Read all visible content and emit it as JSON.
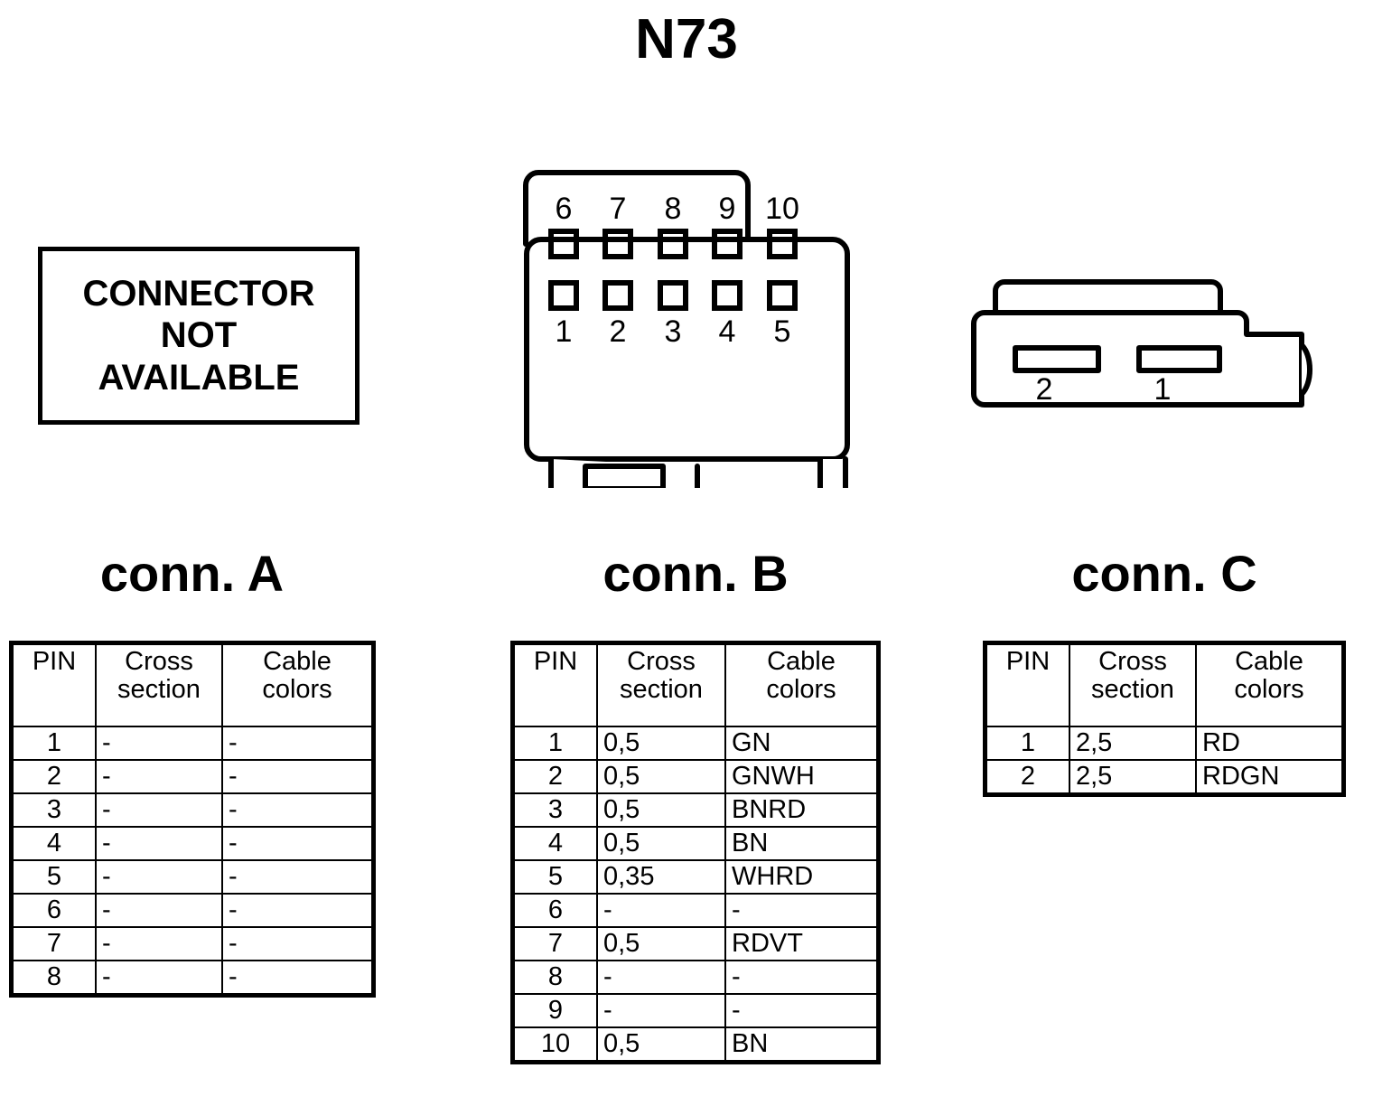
{
  "title": "N73",
  "not_available_box": {
    "line1": "CONNECTOR",
    "line2": "NOT",
    "line3": "AVAILABLE"
  },
  "connectors": [
    {
      "id": "A",
      "title": "conn. A",
      "drawing": "not-available",
      "table": {
        "headers": [
          "PIN",
          "Cross section",
          "Cable colors"
        ],
        "header_lines": [
          [
            "PIN"
          ],
          [
            "Cross",
            "section"
          ],
          [
            "Cable",
            "colors"
          ]
        ],
        "rows": [
          {
            "pin": "1",
            "cross_section": "-",
            "cable_colors": "-"
          },
          {
            "pin": "2",
            "cross_section": "-",
            "cable_colors": "-"
          },
          {
            "pin": "3",
            "cross_section": "-",
            "cable_colors": "-"
          },
          {
            "pin": "4",
            "cross_section": "-",
            "cable_colors": "-"
          },
          {
            "pin": "5",
            "cross_section": "-",
            "cable_colors": "-"
          },
          {
            "pin": "6",
            "cross_section": "-",
            "cable_colors": "-"
          },
          {
            "pin": "7",
            "cross_section": "-",
            "cable_colors": "-"
          },
          {
            "pin": "8",
            "cross_section": "-",
            "cable_colors": "-"
          }
        ]
      }
    },
    {
      "id": "B",
      "title": "conn. B",
      "drawing": {
        "type": "rectangular-housing-10-way",
        "pin_labels_top": [
          "6",
          "7",
          "8",
          "9",
          "10"
        ],
        "pin_labels_bottom": [
          "1",
          "2",
          "3",
          "4",
          "5"
        ]
      },
      "table": {
        "headers": [
          "PIN",
          "Cross section",
          "Cable colors"
        ],
        "header_lines": [
          [
            "PIN"
          ],
          [
            "Cross",
            "section"
          ],
          [
            "Cable",
            "colors"
          ]
        ],
        "rows": [
          {
            "pin": "1",
            "cross_section": "0,5",
            "cable_colors": "GN"
          },
          {
            "pin": "2",
            "cross_section": "0,5",
            "cable_colors": "GNWH"
          },
          {
            "pin": "3",
            "cross_section": "0,5",
            "cable_colors": "BNRD"
          },
          {
            "pin": "4",
            "cross_section": "0,5",
            "cable_colors": "BN"
          },
          {
            "pin": "5",
            "cross_section": "0,35",
            "cable_colors": "WHRD"
          },
          {
            "pin": "6",
            "cross_section": "-",
            "cable_colors": "-"
          },
          {
            "pin": "7",
            "cross_section": "0,5",
            "cable_colors": "RDVT"
          },
          {
            "pin": "8",
            "cross_section": "-",
            "cable_colors": "-"
          },
          {
            "pin": "9",
            "cross_section": "-",
            "cable_colors": "-"
          },
          {
            "pin": "10",
            "cross_section": "0,5",
            "cable_colors": "BN"
          }
        ]
      }
    },
    {
      "id": "C",
      "title": "conn. C",
      "drawing": {
        "type": "flat-housing-2-way",
        "slot_labels": [
          "2",
          "1"
        ]
      },
      "table": {
        "headers": [
          "PIN",
          "Cross section",
          "Cable colors"
        ],
        "header_lines": [
          [
            "PIN"
          ],
          [
            "Cross",
            "section"
          ],
          [
            "Cable",
            "colors"
          ]
        ],
        "rows": [
          {
            "pin": "1",
            "cross_section": "2,5",
            "cable_colors": "RD"
          },
          {
            "pin": "2",
            "cross_section": "2,5",
            "cable_colors": "RDGN"
          }
        ]
      }
    }
  ],
  "colors": {
    "line": "#000000",
    "background": "#ffffff"
  }
}
